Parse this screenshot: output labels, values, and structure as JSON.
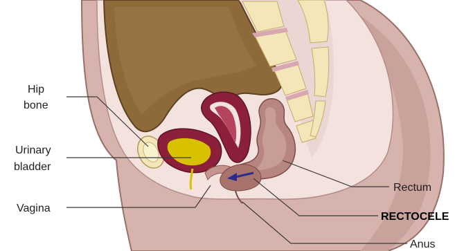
{
  "labels": {
    "hip_bone_line1": "Hip",
    "hip_bone_line2": "bone",
    "urinary_bladder_line1": "Urinary",
    "urinary_bladder_line2": "bladder",
    "vagina": "Vagina",
    "rectum": "Rectum",
    "rectocele": "RECTOCELE",
    "anus": "Anus"
  },
  "colors": {
    "skin": "#d7b3ad",
    "skin_dark": "#c4958f",
    "tissue": "#f4e2df",
    "cavity": "#8e6a3a",
    "spine": "#f3e6b8",
    "disc": "#d8a7b0",
    "uterus": "#8c1f3a",
    "bladder_fill": "#d8c200",
    "rectum": "#b88680",
    "arrow": "#2c2a8c"
  }
}
